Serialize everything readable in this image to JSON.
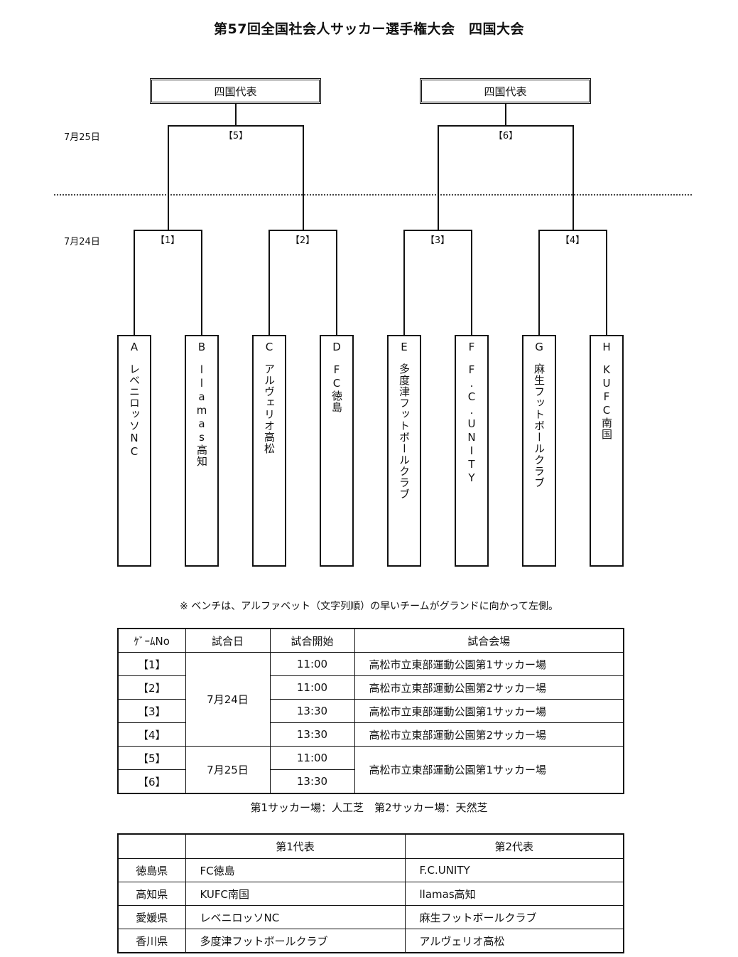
{
  "title": "第57回全国社会人サッカー選手権大会　四国大会",
  "representatives": [
    "四国代表",
    "四国代表"
  ],
  "days": {
    "day2": "7月25日",
    "day1": "7月24日"
  },
  "matches": [
    "【1】",
    "【2】",
    "【3】",
    "【4】",
    "【5】",
    "【6】"
  ],
  "teams": [
    {
      "letter": "A",
      "name": "レベニロッソNC"
    },
    {
      "letter": "B",
      "name": "llamas高知"
    },
    {
      "letter": "C",
      "name": "アルヴェリオ高松"
    },
    {
      "letter": "D",
      "name": "FC徳島"
    },
    {
      "letter": "E",
      "name": "多度津フットボールクラブ"
    },
    {
      "letter": "F",
      "name": "F.C.UNITY"
    },
    {
      "letter": "G",
      "name": "麻生フットボールクラブ"
    },
    {
      "letter": "H",
      "name": "KUFC南国"
    }
  ],
  "note": "※ ベンチは、アルファベット（文字列順）の早いチームがグランドに向かって左側。",
  "schedule": {
    "headers": [
      "ｹﾞｰﾑNo",
      "試合日",
      "試合開始",
      "試合会場"
    ],
    "rows": [
      {
        "game": "【1】",
        "time": "11:00",
        "venue": "高松市立東部運動公園第1サッカー場"
      },
      {
        "game": "【2】",
        "time": "11:00",
        "venue": "高松市立東部運動公園第2サッカー場"
      },
      {
        "game": "【3】",
        "time": "13:30",
        "venue": "高松市立東部運動公園第1サッカー場"
      },
      {
        "game": "【4】",
        "time": "13:30",
        "venue": "高松市立東部運動公園第2サッカー場"
      },
      {
        "game": "【5】",
        "time": "11:00",
        "venue": "高松市立東部運動公園第1サッカー場"
      },
      {
        "game": "【6】",
        "time": "13:30"
      }
    ],
    "date1": "7月24日",
    "date2": "7月25日"
  },
  "field_note": "第1サッカー場：人工芝　第2サッカー場：天然芝",
  "rep_table": {
    "headers": [
      "",
      "第1代表",
      "第2代表"
    ],
    "rows": [
      {
        "pref": "徳島県",
        "first": "FC徳島",
        "second": "F.C.UNITY"
      },
      {
        "pref": "高知県",
        "first": "KUFC南国",
        "second": "llamas高知"
      },
      {
        "pref": "愛媛県",
        "first": "レベニロッソNC",
        "second": "麻生フットボールクラブ"
      },
      {
        "pref": "香川県",
        "first": "多度津フットボールクラブ",
        "second": "アルヴェリオ高松"
      }
    ]
  }
}
